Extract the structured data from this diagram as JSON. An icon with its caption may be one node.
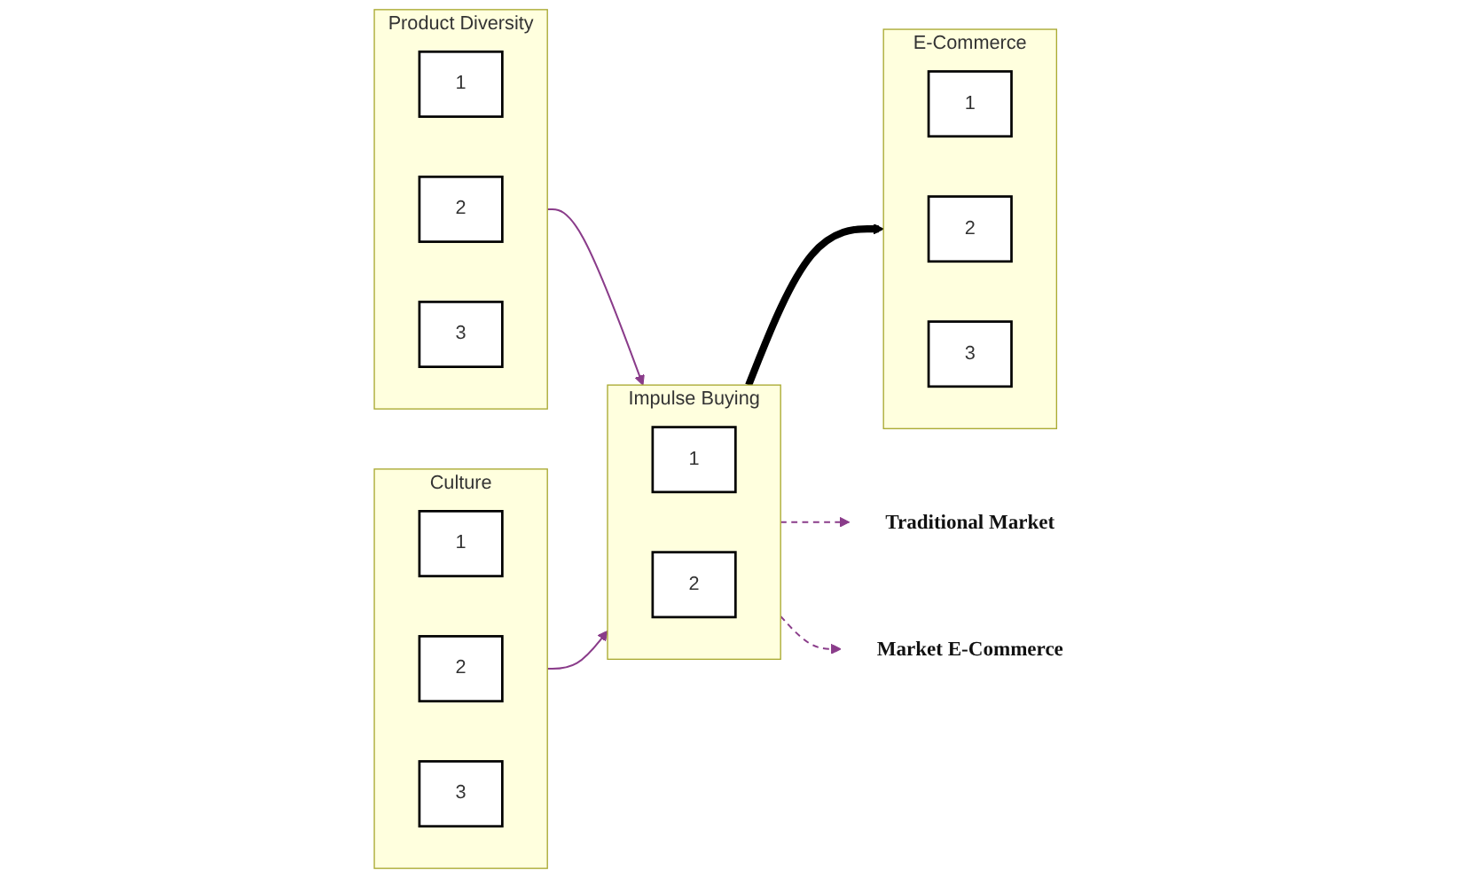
{
  "diagram": {
    "nodes": [
      {
        "text": [
          "Product Diversity"
        ]
      },
      {
        "text": [
          "1"
        ],
        "in": 0
      },
      {
        "text": [
          "2"
        ],
        "in": 0
      },
      {
        "text": [
          "3"
        ],
        "in": 0
      },
      {
        "text": [
          "Culture"
        ]
      },
      {
        "text": [
          "1"
        ],
        "in": 4
      },
      {
        "text": [
          "2"
        ],
        "in": 4
      },
      {
        "text": [
          "3"
        ],
        "in": 4
      },
      {
        "text": [
          "Impulse Buying"
        ]
      },
      {
        "text": [
          "1"
        ],
        "in": 8
      },
      {
        "text": [
          "2"
        ],
        "in": 8
      },
      {
        "text": [
          "E-Commerce"
        ]
      },
      {
        "text": [
          "1"
        ],
        "in": 11
      },
      {
        "text": [
          "2"
        ],
        "in": 11
      },
      {
        "text": [
          "3"
        ],
        "in": 11
      },
      {
        "text": [
          "Traditional Market"
        ]
      },
      {
        "text": [
          "Market E-Commerce"
        ]
      }
    ],
    "edges": [
      {
        "from": 0,
        "to": 8,
        "arrow": "to"
      },
      {
        "from": 4,
        "to": 8,
        "arrow": "to"
      },
      {
        "from": 8,
        "to": 11,
        "arrow": "to",
        "style": "thick",
        "color": "#000000"
      },
      {
        "from": 8,
        "to": 15,
        "arrow": "to",
        "style": "dashed"
      },
      {
        "from": 8,
        "to": 16,
        "arrow": "to",
        "style": "dashed"
      }
    ]
  }
}
